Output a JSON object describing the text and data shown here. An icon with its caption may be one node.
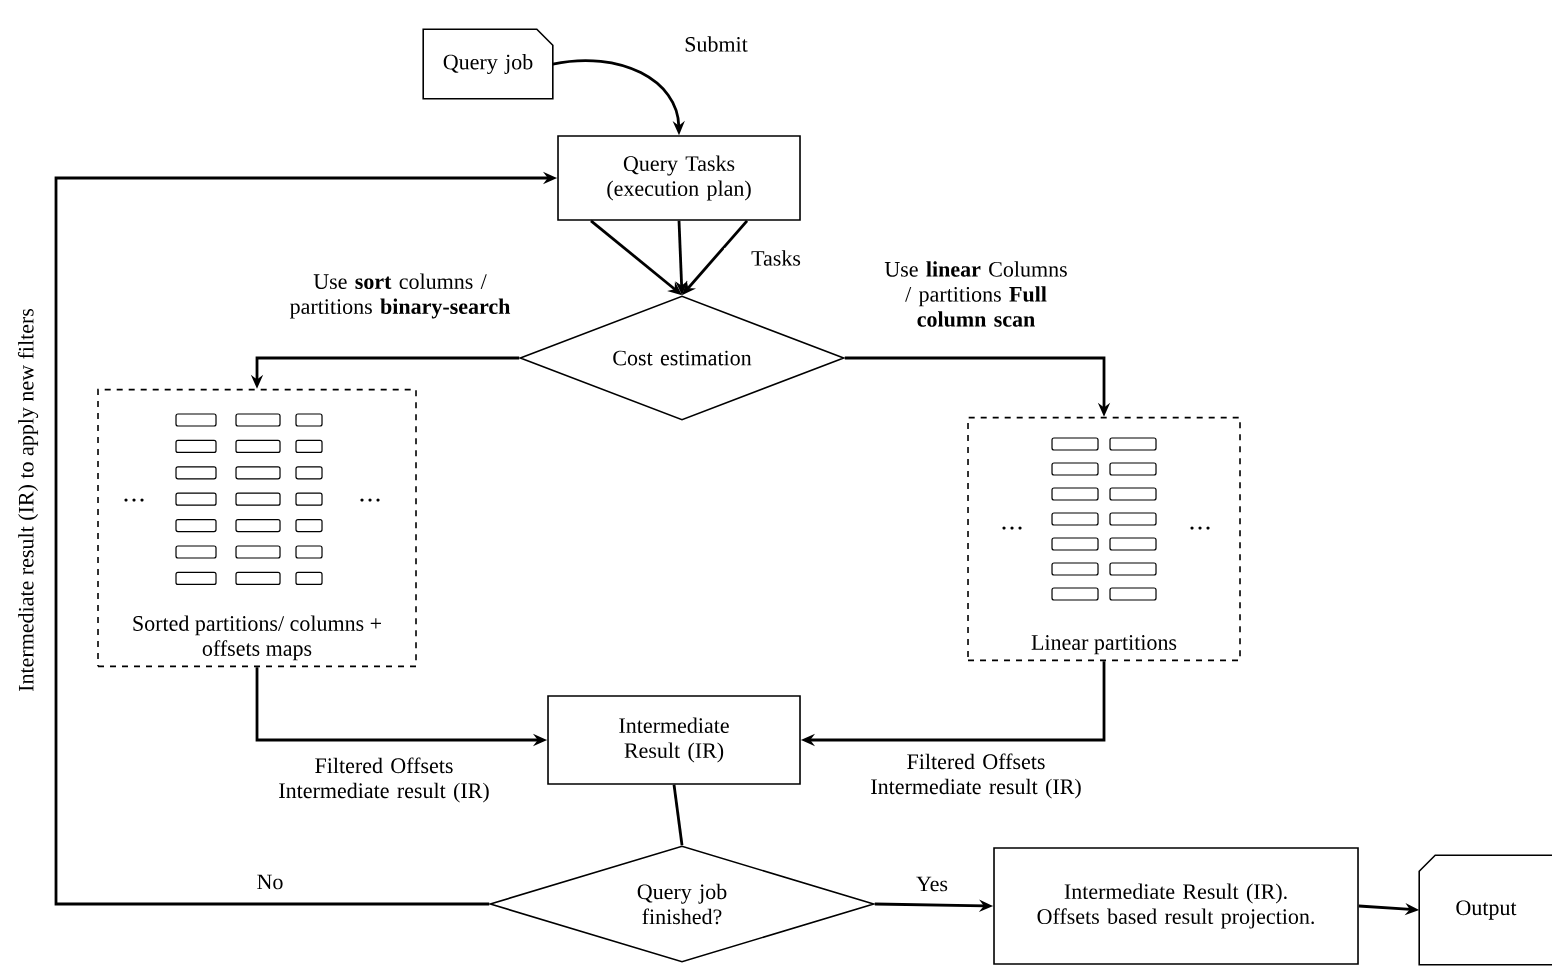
{
  "diagram": {
    "nodes": [
      {
        "text": [
          "Query job"
        ]
      },
      {
        "text": [
          "Query Tasks (execution plan)"
        ]
      },
      {
        "text": [
          "Cost estimation"
        ]
      },
      {
        "text": [
          "Sorted partitions/ columns + offsets maps"
        ]
      },
      {
        "text": [
          "Linear partitions"
        ]
      },
      {
        "text": [
          "Intermediate Result (IR)"
        ]
      },
      {
        "text": [
          "Query job finished?"
        ]
      },
      {
        "text": [
          "Intermediate Result (IR). Offsets based result projection."
        ]
      },
      {
        "text": [
          "Output"
        ]
      }
    ],
    "edges": [
      {
        "from": 0,
        "to": 1,
        "arrow": "to",
        "label": "Submit"
      },
      {
        "from": 1,
        "to": 2,
        "arrow": "to"
      },
      {
        "from": 1,
        "to": 2,
        "arrow": "to"
      },
      {
        "from": 1,
        "to": 2,
        "arrow": "to",
        "label": "Tasks"
      },
      {
        "from": 2,
        "to": 3,
        "arrow": "to",
        "label": "Use **sort** columns / partitions **binary-search**"
      },
      {
        "from": 2,
        "to": 4,
        "arrow": "to",
        "label": "Use **linear** Columns / partitions **Full column scan**"
      },
      {
        "from": 3,
        "to": 5,
        "arrow": "to",
        "label": "Filtered Offsets Intermediate result (IR)"
      },
      {
        "from": 4,
        "to": 5,
        "arrow": "to",
        "label": "Filtered Offsets Intermediate result (IR)"
      },
      {
        "from": 5,
        "to": 6,
        "arrow": "none"
      },
      {
        "from": 6,
        "to": 1,
        "arrow": "to",
        "label": "No"
      },
      {
        "from": 6,
        "to": 7,
        "arrow": "to",
        "label": "Yes"
      },
      {
        "from": 7,
        "to": 8,
        "arrow": "to"
      }
    ],
    "labels": [
      "Intermediate result (IR) to apply new filters"
    ]
  }
}
